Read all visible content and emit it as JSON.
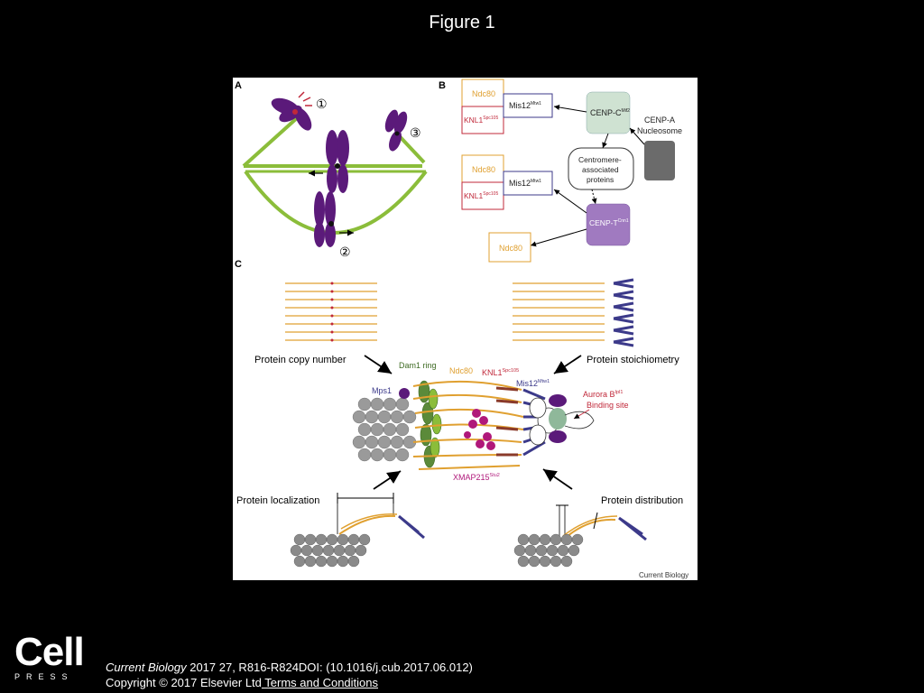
{
  "slide": {
    "title": "Figure 1"
  },
  "panel_a": {
    "label": "A",
    "markers": [
      "①",
      "②",
      "③"
    ]
  },
  "panel_b": {
    "label": "B",
    "ndc80": "Ndc80",
    "knl1": "KNL1",
    "knl1_sup": "Spc105",
    "mis12": "Mis12",
    "mis12_sup": "Mtw1",
    "cenpc": "CENP-C",
    "cenpc_sup": "Mif2",
    "cenpa_line1": "CENP-A",
    "cenpa_line2": "Nucleosome",
    "centromere_line1": "Centromere-",
    "centromere_line2": "associated",
    "centromere_line3": "proteins",
    "cenpt": "CENP-T",
    "cenpt_sup": "Cnn1"
  },
  "panel_c": {
    "label": "C",
    "copy_number": "Protein copy number",
    "stoichiometry": "Protein stoichiometry",
    "localization": "Protein localization",
    "distribution": "Protein distribution",
    "dam1": "Dam1 ring",
    "ndc80": "Ndc80",
    "knl1": "KNL1",
    "knl1_sup": "Spc105",
    "mis12": "Mis12",
    "mis12_sup": "Mtw1",
    "mps1": "Mps1",
    "aurora": "Aurora B",
    "aurora_sup": "Ipl1",
    "binding_site": "Binding site",
    "xmap": "XMAP215",
    "xmap_sup": "Stu2"
  },
  "figure_credit": "Current Biology",
  "footer": {
    "brand_word": "Cell",
    "brand_sub": "PRESS",
    "journal": "Current Biology",
    "citation": " 2017 27, R816-R824DOI: (10.1016/j.cub.2017.06.012)",
    "copyright": "Copyright © 2017 Elsevier Ltd",
    "terms_link": " Terms and Conditions"
  },
  "colors": {
    "purple": "#5b1a7a",
    "green": "#8bbd3a",
    "orange": "#e0a030",
    "red": "#c0283a",
    "navy": "#3c3a8a",
    "magenta": "#b0187a",
    "gray": "#6b6b6b"
  }
}
